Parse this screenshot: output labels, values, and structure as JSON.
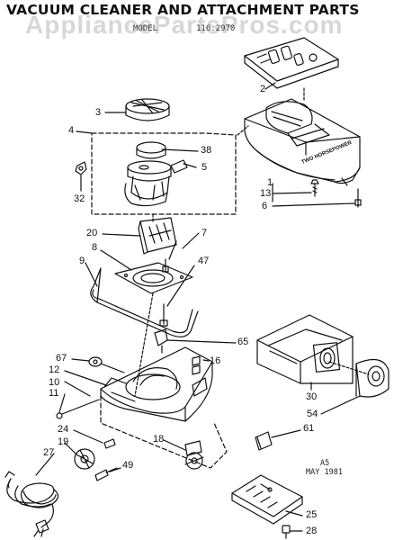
{
  "title": "VACUUM CLEANER AND ATTACHMENT PARTS",
  "watermark": "AppliancePartsPros.com",
  "model_line": {
    "prefix": "MODEL",
    "number": "116.2970"
  },
  "top_cover_badge": "TWO HORSEPOWER",
  "callouts": [
    {
      "id": "c-1",
      "text": "1"
    },
    {
      "id": "c-2",
      "text": "2"
    },
    {
      "id": "c-3",
      "text": "3"
    },
    {
      "id": "c-4",
      "text": "4"
    },
    {
      "id": "c-5",
      "text": "5"
    },
    {
      "id": "c-6",
      "text": "6"
    },
    {
      "id": "c-7",
      "text": "7"
    },
    {
      "id": "c-8",
      "text": "8"
    },
    {
      "id": "c-9",
      "text": "9"
    },
    {
      "id": "c-10",
      "text": "10"
    },
    {
      "id": "c-11",
      "text": "11"
    },
    {
      "id": "c-12",
      "text": "12"
    },
    {
      "id": "c-13",
      "text": "13"
    },
    {
      "id": "c-16",
      "text": "16"
    },
    {
      "id": "c-18",
      "text": "18"
    },
    {
      "id": "c-19",
      "text": "19"
    },
    {
      "id": "c-20",
      "text": "20"
    },
    {
      "id": "c-24",
      "text": "24"
    },
    {
      "id": "c-25",
      "text": "25"
    },
    {
      "id": "c-27",
      "text": "27"
    },
    {
      "id": "c-28",
      "text": "28"
    },
    {
      "id": "c-30",
      "text": "30"
    },
    {
      "id": "c-32",
      "text": "32"
    },
    {
      "id": "c-38",
      "text": "38"
    },
    {
      "id": "c-47",
      "text": "47"
    },
    {
      "id": "c-49",
      "text": "49"
    },
    {
      "id": "c-54",
      "text": "54"
    },
    {
      "id": "c-61",
      "text": "61"
    },
    {
      "id": "c-65",
      "text": "65"
    },
    {
      "id": "c-67",
      "text": "67"
    }
  ],
  "date_stamp": {
    "code": "A5",
    "date": "MAY 1981"
  }
}
